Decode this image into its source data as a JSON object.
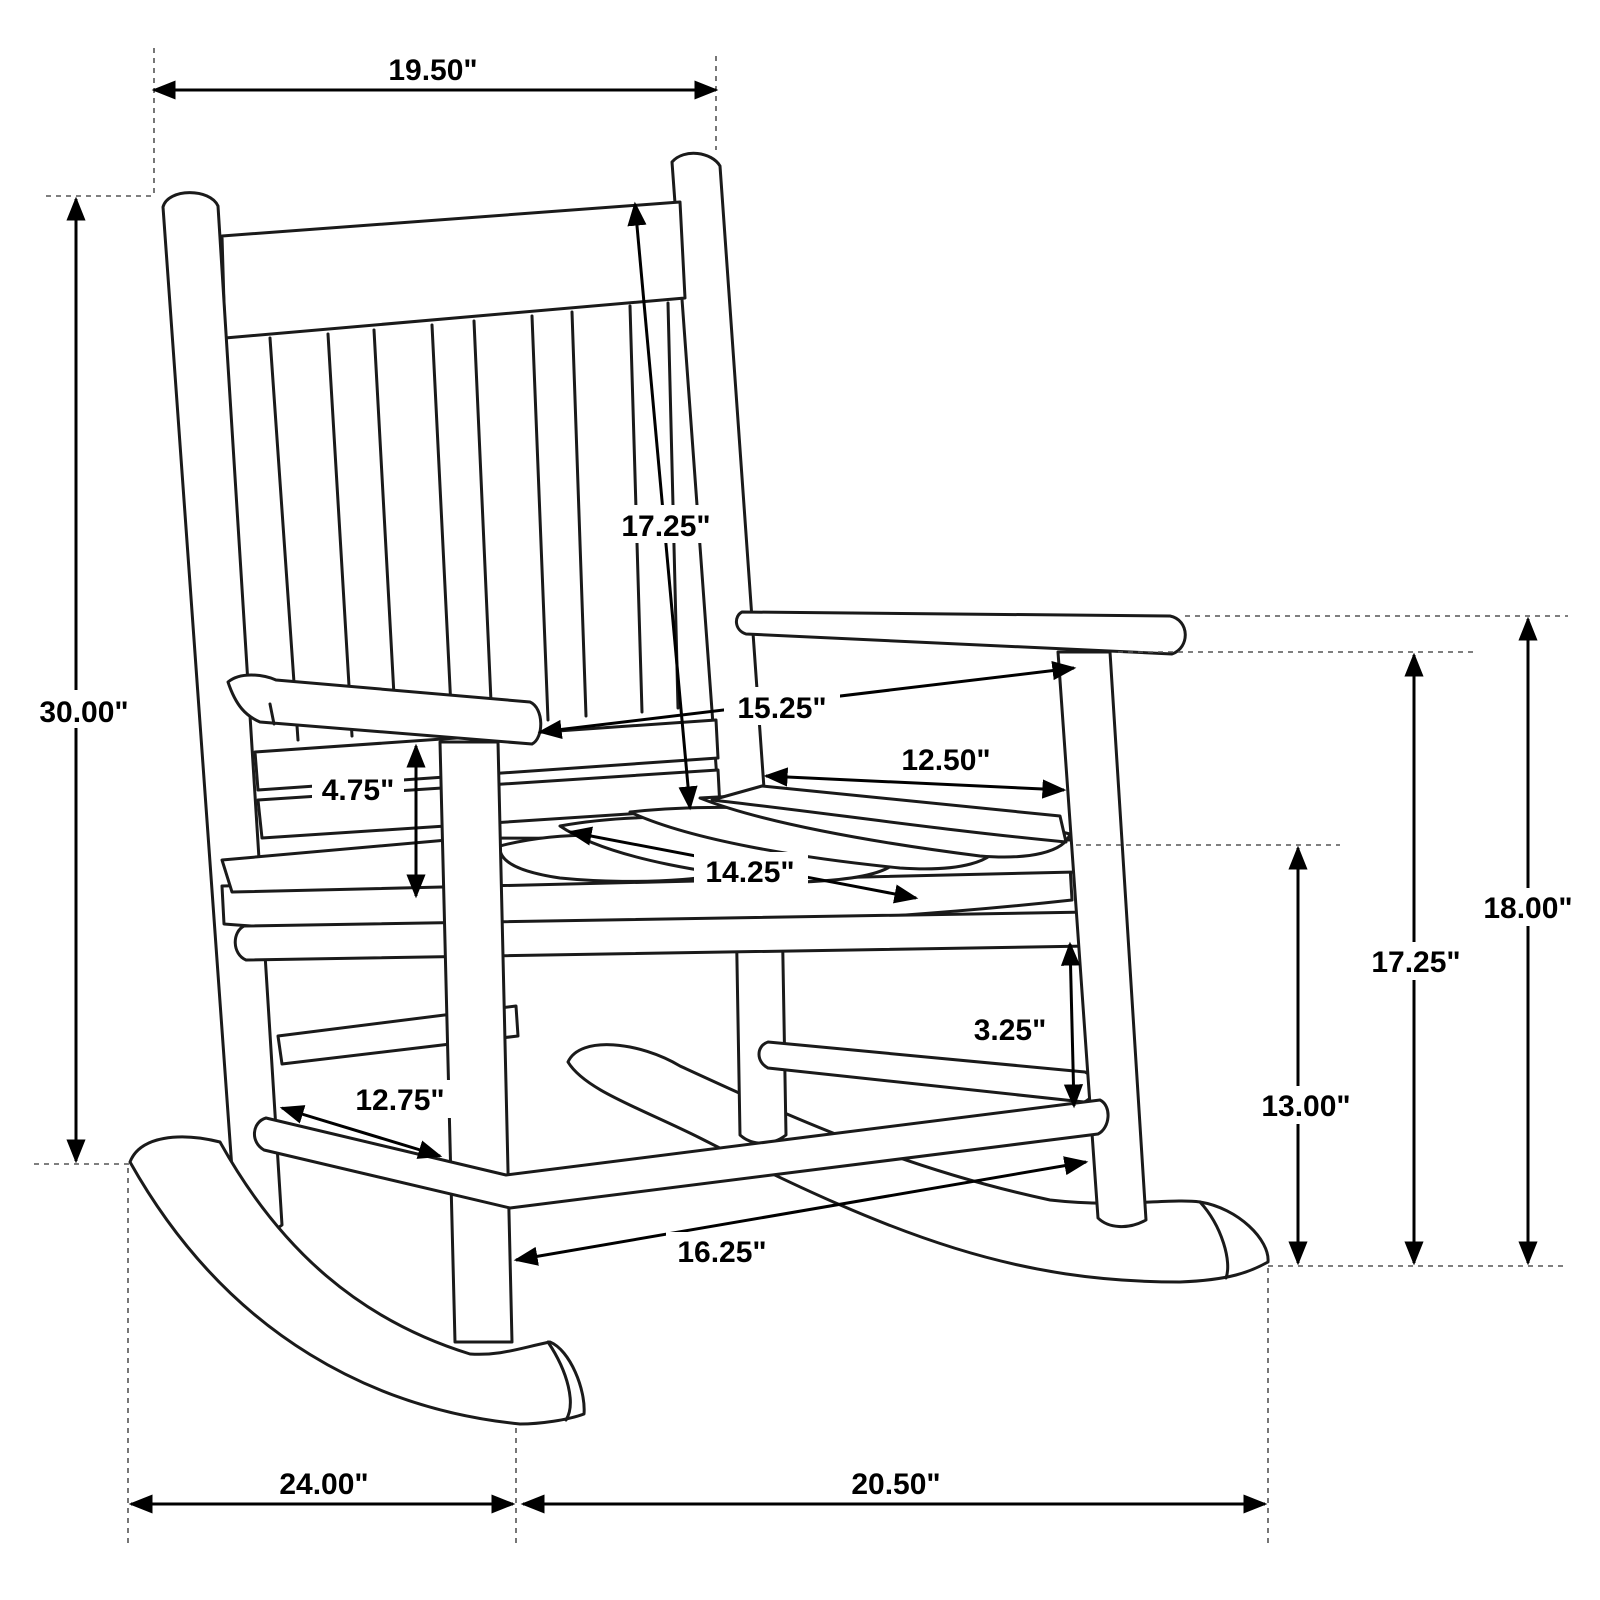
{
  "dimensions": {
    "overall_width": "19.50\"",
    "overall_height": "30.00\"",
    "back_height": "17.25\"",
    "arm_to_arm": "15.25\"",
    "arm_height_above_seat": "4.75\"",
    "seat_width": "12.50\"",
    "seat_depth": "14.25\"",
    "stretcher_gap": "3.25\"",
    "side_stretcher": "12.75\"",
    "front_stretcher": "16.25\"",
    "seat_height": "13.00\"",
    "arm_height": "17.25\"",
    "arm_top_height": "18.00\"",
    "depth_front": "24.00\"",
    "depth_rear": "20.50\""
  }
}
